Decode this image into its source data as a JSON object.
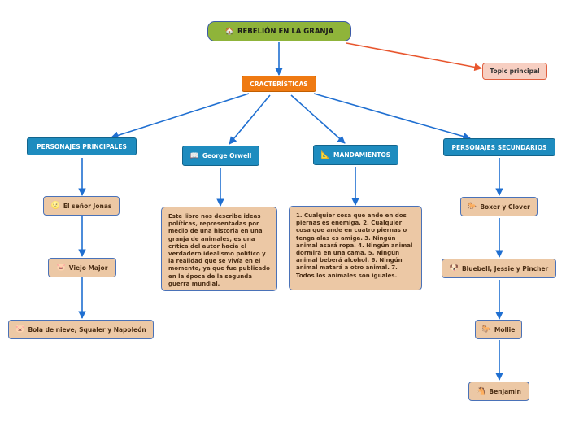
{
  "root": {
    "icon": "🏠",
    "label": "REBELIÓN EN LA GRANJA"
  },
  "topic": {
    "label": "Topic principal"
  },
  "caracteristicas": {
    "label": "CRACTERÍSTICAS"
  },
  "branches": {
    "personajes_principales": {
      "label": "PERSONAJES PRINCIPALES"
    },
    "george": {
      "icon": "📖",
      "label": "George Orwell"
    },
    "mandamientos": {
      "icon": "📐",
      "label": "MANDAMIENTOS"
    },
    "personajes_secundarios": {
      "label": "PERSONAJES SECUNDARIOS"
    }
  },
  "principales": [
    {
      "icon": "🌝",
      "label": "El señor Jonas"
    },
    {
      "icon": "🐷",
      "label": "Viejo Major"
    },
    {
      "icon": "🐷",
      "label": "Bola de nieve, Squaler y Napoleón"
    }
  ],
  "george_text": "Este libro nos describe ideas políticas, representadas por medio de una historia en una granja de animales, es una crítica del autor hacia el verdadero idealismo político y la realidad que se vivía en el momento, ya que fue publicado en la época de la segunda guerra mundial.",
  "mandamientos_text": "1. Cualquier cosa que ande en dos piernas es enemiga.     2. Cualquier cosa que ande en cuatro piernas o tenga alas es amiga.    3. Ningún animal asará ropa.    4. Ningún animal dormirá en una cama.    5. Ningún animal beberá alcohol.    6. Ningún animal matará a otro animal.    7. Todos los animales son iguales.",
  "secundarios": [
    {
      "icon": "🐎",
      "label": "Boxer y Clover"
    },
    {
      "icon": "🐶",
      "label": "Bluebell, Jessie y Pincher"
    },
    {
      "icon": "🐎",
      "label": "Mollie"
    },
    {
      "icon": "🐴",
      "label": "Benjamin"
    }
  ],
  "colors": {
    "connector_blue": "#1f6fd1",
    "connector_orange": "#e8572f",
    "root_fill": "#8fb43a",
    "orange_fill": "#ef7a12",
    "teal_fill": "#1e8cbf",
    "tan_fill": "#ecc8a5"
  }
}
